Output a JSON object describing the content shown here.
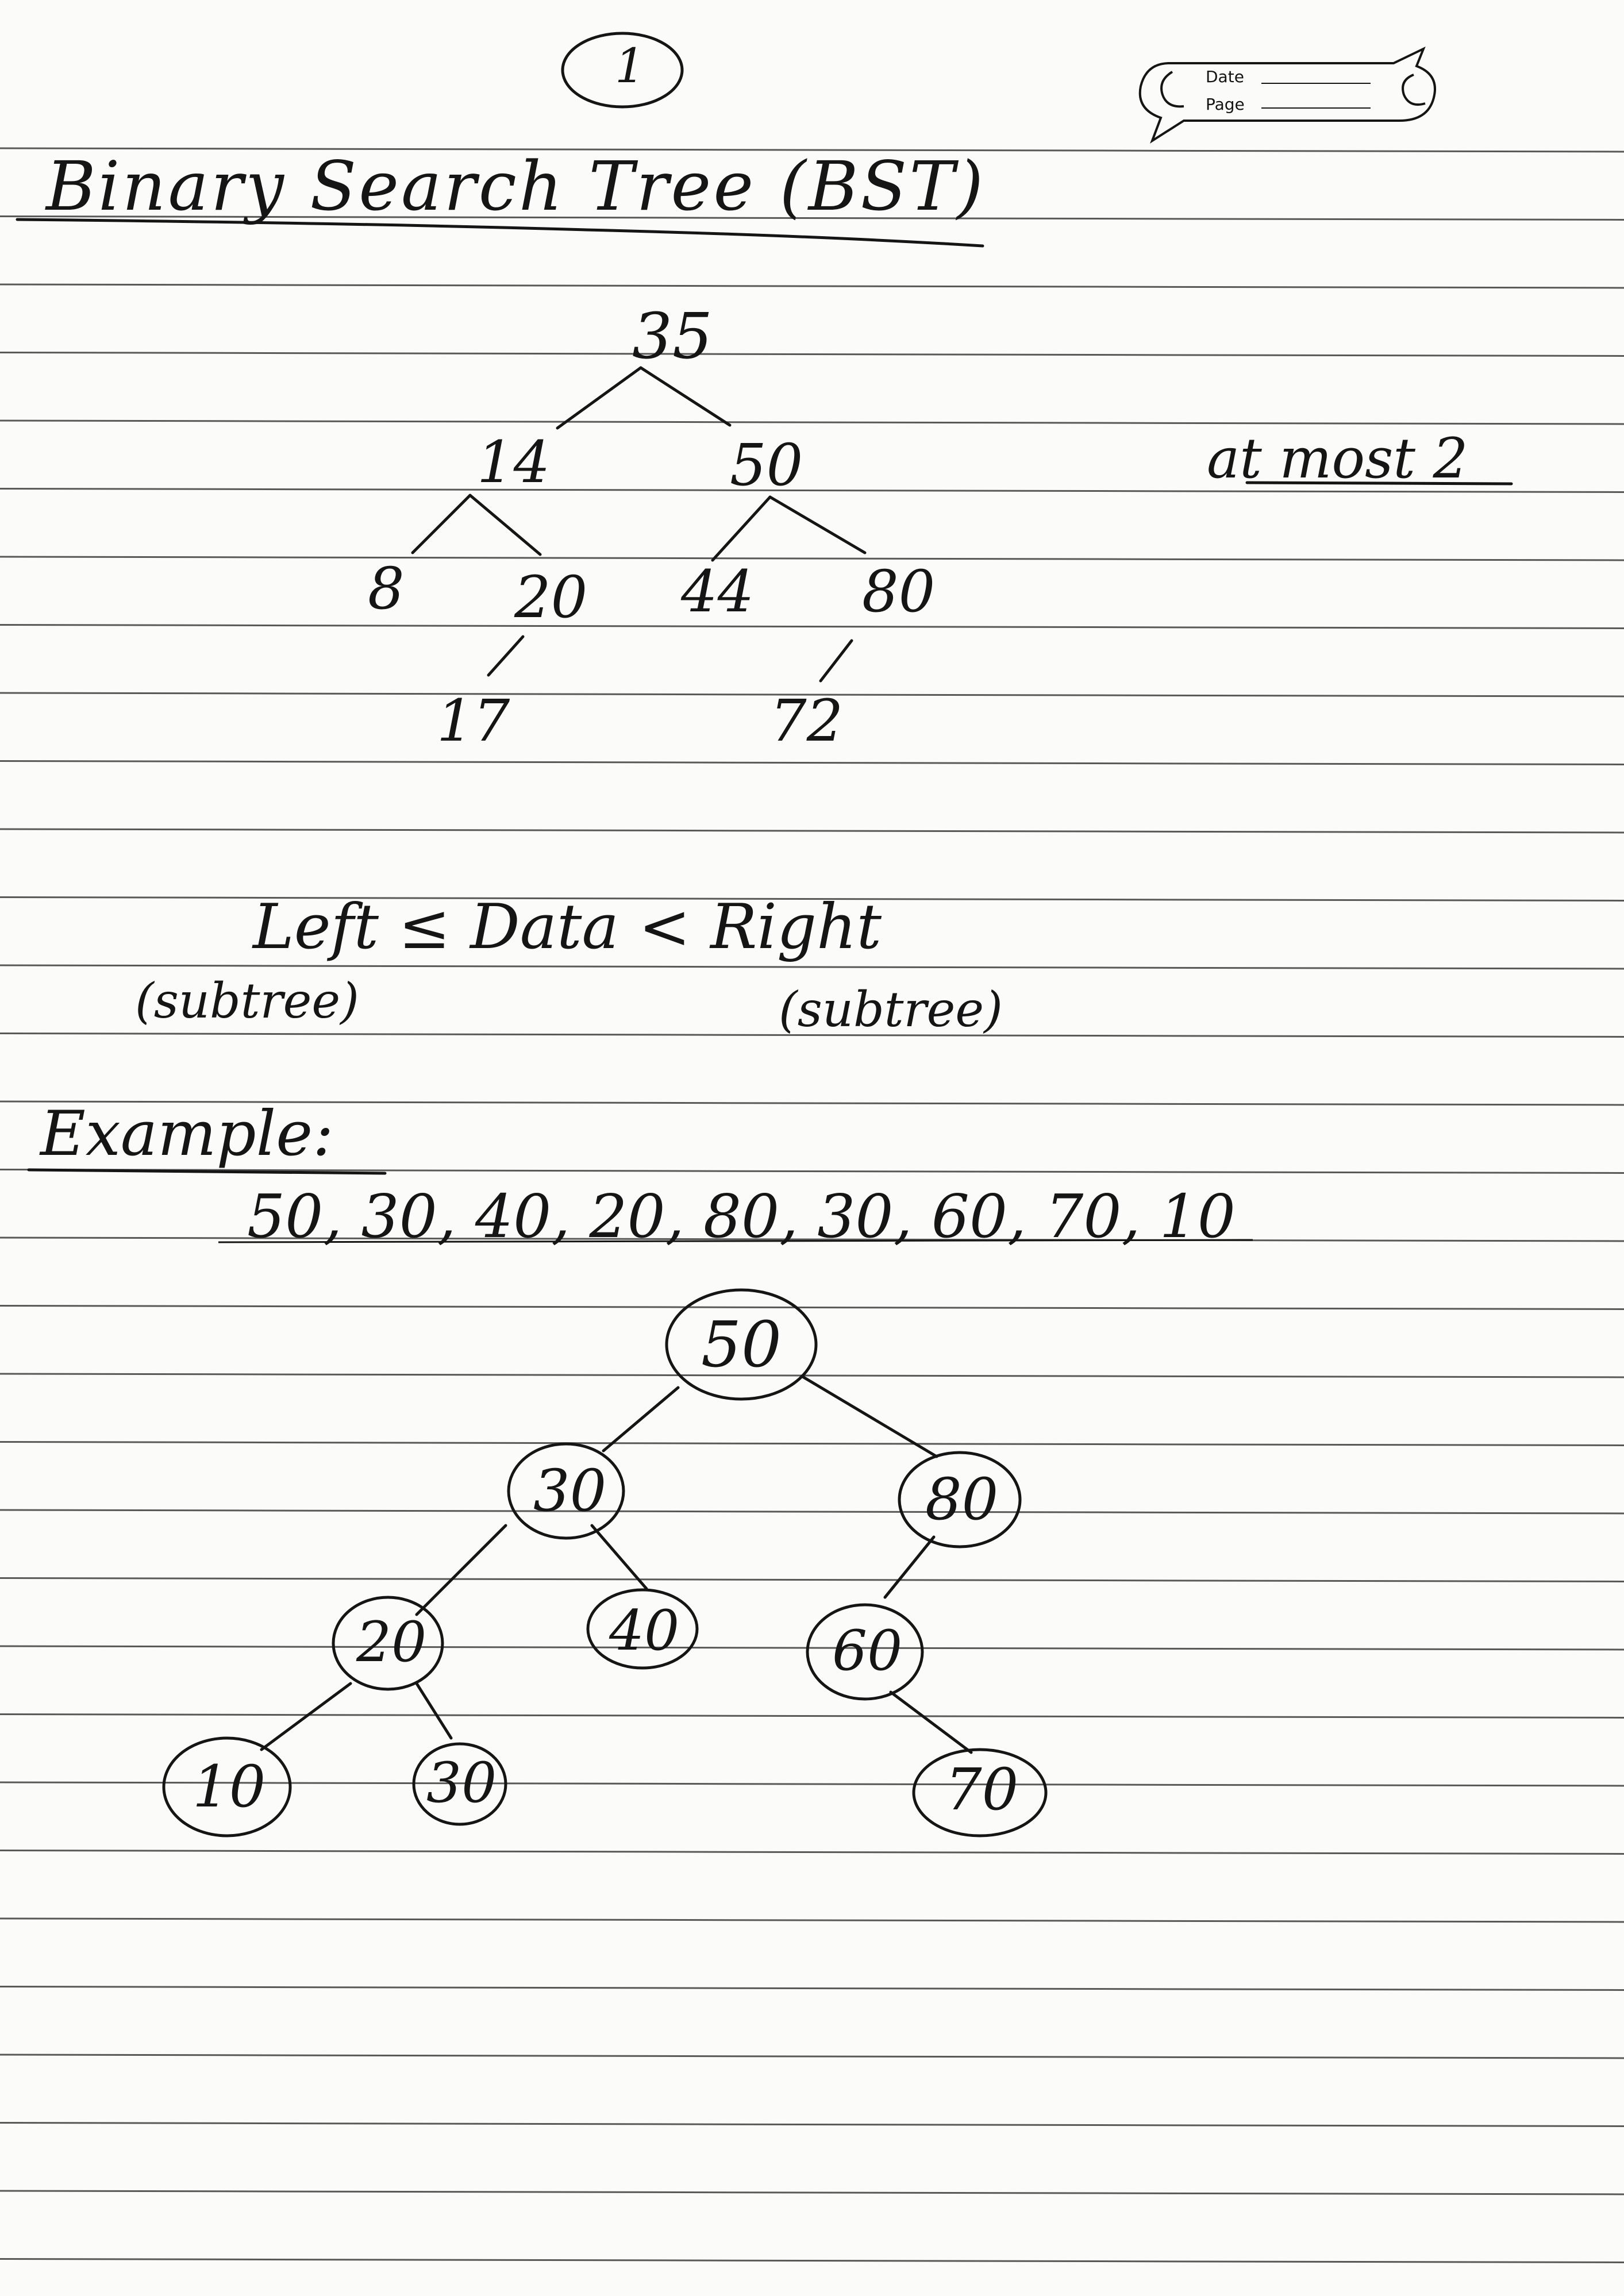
{
  "page_number": "1",
  "header_box": {
    "date_label": "Date",
    "page_label": "Page"
  },
  "title": "Binary Search Tree (BST)",
  "side_note": "at most 2",
  "tree1": {
    "root": "35",
    "level1": [
      "14",
      "50"
    ],
    "level2": [
      "8",
      "20",
      "44",
      "80"
    ],
    "level3": [
      "17",
      "72"
    ]
  },
  "rule": {
    "expression": "Left ≤ Data < Right",
    "left_sub": "(subtree)",
    "right_sub": "(subtree)"
  },
  "example": {
    "heading": "Example:",
    "sequence": "50, 30, 40, 20, 80, 30, 60, 70, 10",
    "tree": {
      "root": "50",
      "level1": [
        "30",
        "80"
      ],
      "level2": [
        "20",
        "40",
        "60"
      ],
      "level3": [
        "10",
        "30",
        "70"
      ]
    }
  },
  "colors": {
    "ink": "#151515",
    "paper": "#fbfbf9",
    "rule_line": "#3c3c3c"
  }
}
